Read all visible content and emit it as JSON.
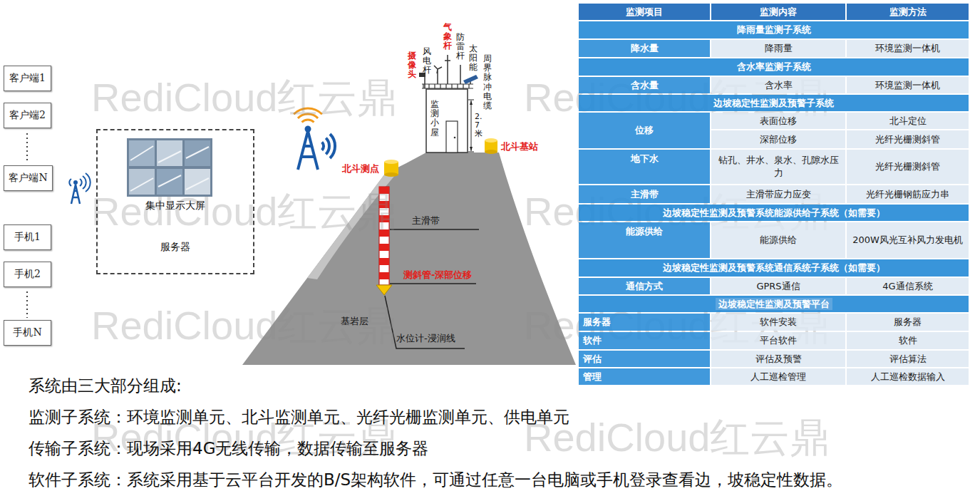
{
  "diagram": {
    "nodes": [
      {
        "text": [
          "客户端1"
        ]
      },
      {
        "text": [
          "客户端2"
        ]
      },
      {
        "text": [
          "客户端N"
        ]
      },
      {
        "text": [
          "手机1"
        ]
      },
      {
        "text": [
          "手机2"
        ]
      },
      {
        "text": [
          "手机N"
        ]
      },
      {
        "text": [
          "集中显示大屏",
          "服务器"
        ]
      }
    ],
    "labels": [
      "风电杆",
      "气象杆",
      "防雷杆",
      "太阳能",
      "周界脉冲电缆",
      "摄像头",
      "监测小屋",
      "2.7米",
      "北斗测点",
      "北斗基站",
      "主滑带",
      "测斜管-深部位移",
      "基岩层",
      "水位计-浸润线",
      "监测项目",
      "监测内容",
      "监测方法",
      "降雨量监测子系统",
      "降水量",
      "降雨量",
      "环境监测一体机",
      "含水率监测子系统",
      "含水量",
      "含水率",
      "环境监测一体机",
      "边坡稳定性监测及预警子系统",
      "位移",
      "表面位移",
      "北斗定位",
      "深部位移",
      "光纤光栅测斜管",
      "地下水",
      "钻孔、井水、泉水、孔隙水压力",
      "光纤光栅测斜管",
      "主滑带",
      "主滑带应力应变",
      "光纤光栅钢筋应力串",
      "边坡稳定性监测及预警系统能源供给子系统（如需要）",
      "能源供给",
      "能源供给",
      "200W风光互补风力发电机",
      "边坡稳定性监测及预警系统通信系统子系统（如需要）",
      "通信方式",
      "GPRS通信",
      "4G通信系统",
      "边坡稳定性监测及预警平台",
      "服务器",
      "软件安装",
      "服务器",
      "软件",
      "平台软件",
      "软件",
      "评估",
      "评估及预警",
      "评估算法",
      "管理",
      "人工巡检管理",
      "人工巡检数据输入",
      "系统由三大部分组成:",
      "监测子系统：环境监测单元、北斗监测单元、光纤光栅监测单元、供电单元",
      "传输子系统：现场采用4G无线传输，数据传输至服务器",
      "软件子系统：系统采用基于云平台开发的B/S架构软件，可通过任意一台电脑或手机登录查看边，坡稳定性数据。",
      "RediCloud红云鼎",
      "RediCloud红云鼎",
      "RediCloud红云鼎",
      "RediCloud红云鼎",
      "RediCloud红云鼎",
      "RediCloud红云鼎",
      "RediCloud红云鼎",
      "RediCloud红云鼎"
    ]
  }
}
